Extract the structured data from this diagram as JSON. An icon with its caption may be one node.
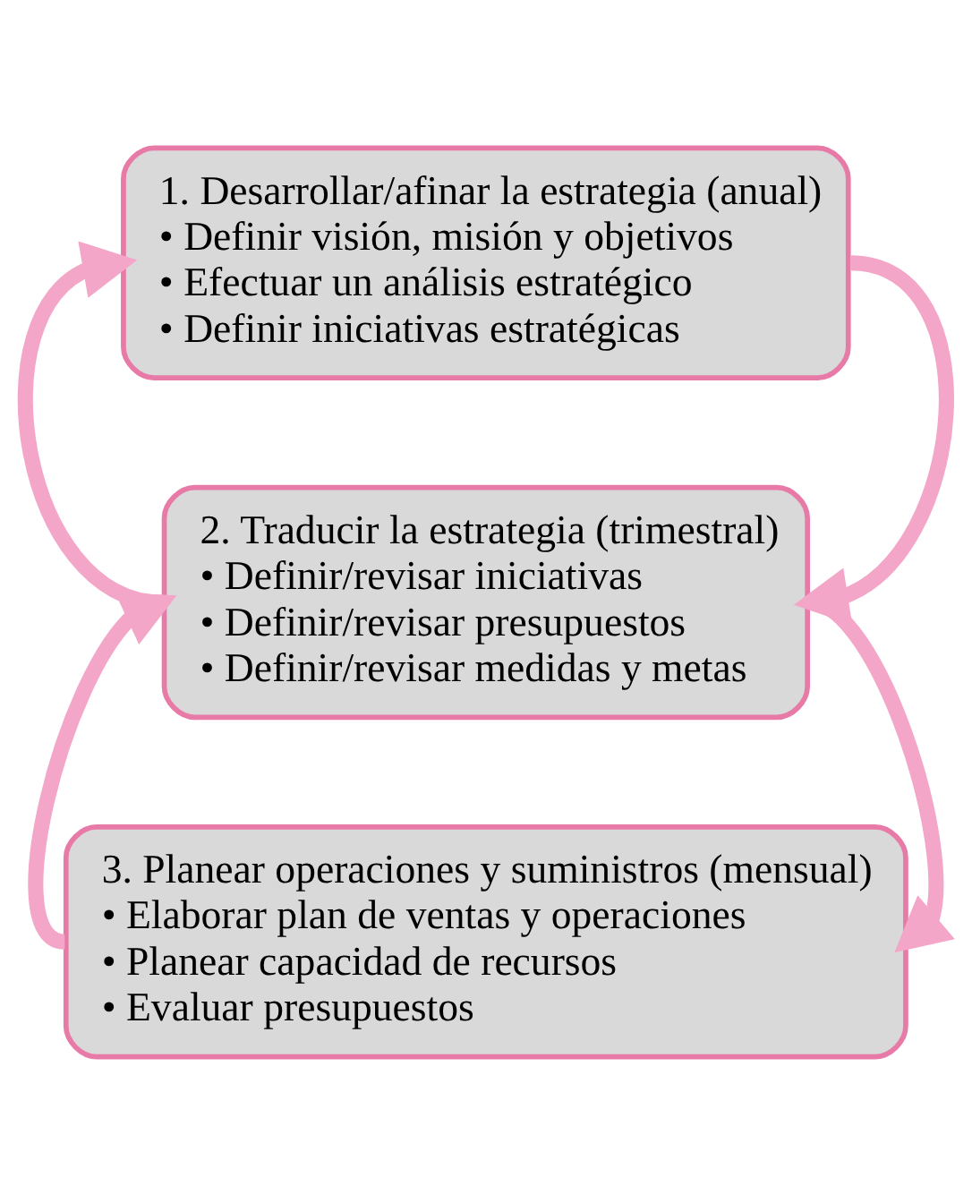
{
  "diagram": {
    "nodes": [
      {
        "text": [
          "1. Desarrollar/afinar la estrategia (anual)",
          "• Definir visión, misión y objetivos",
          "• Efectuar un análisis estratégico",
          "• Definir iniciativas estratégicas"
        ]
      },
      {
        "text": [
          "2. Traducir la estrategia (trimestral)",
          "• Definir/revisar iniciativas",
          "• Definir/revisar presupuestos",
          "• Definir/revisar medidas y metas"
        ]
      },
      {
        "text": [
          "3. Planear operaciones y suministros (mensual)",
          "• Elaborar plan de ventas y operaciones",
          "• Planear capacidad de recursos",
          "• Evaluar presupuestos"
        ]
      }
    ],
    "edges": [
      {
        "from": 0,
        "to": 1,
        "arrow": "to"
      },
      {
        "from": 1,
        "to": 0,
        "arrow": "to"
      },
      {
        "from": 1,
        "to": 2,
        "arrow": "to"
      },
      {
        "from": 2,
        "to": 1,
        "arrow": "to"
      }
    ]
  }
}
